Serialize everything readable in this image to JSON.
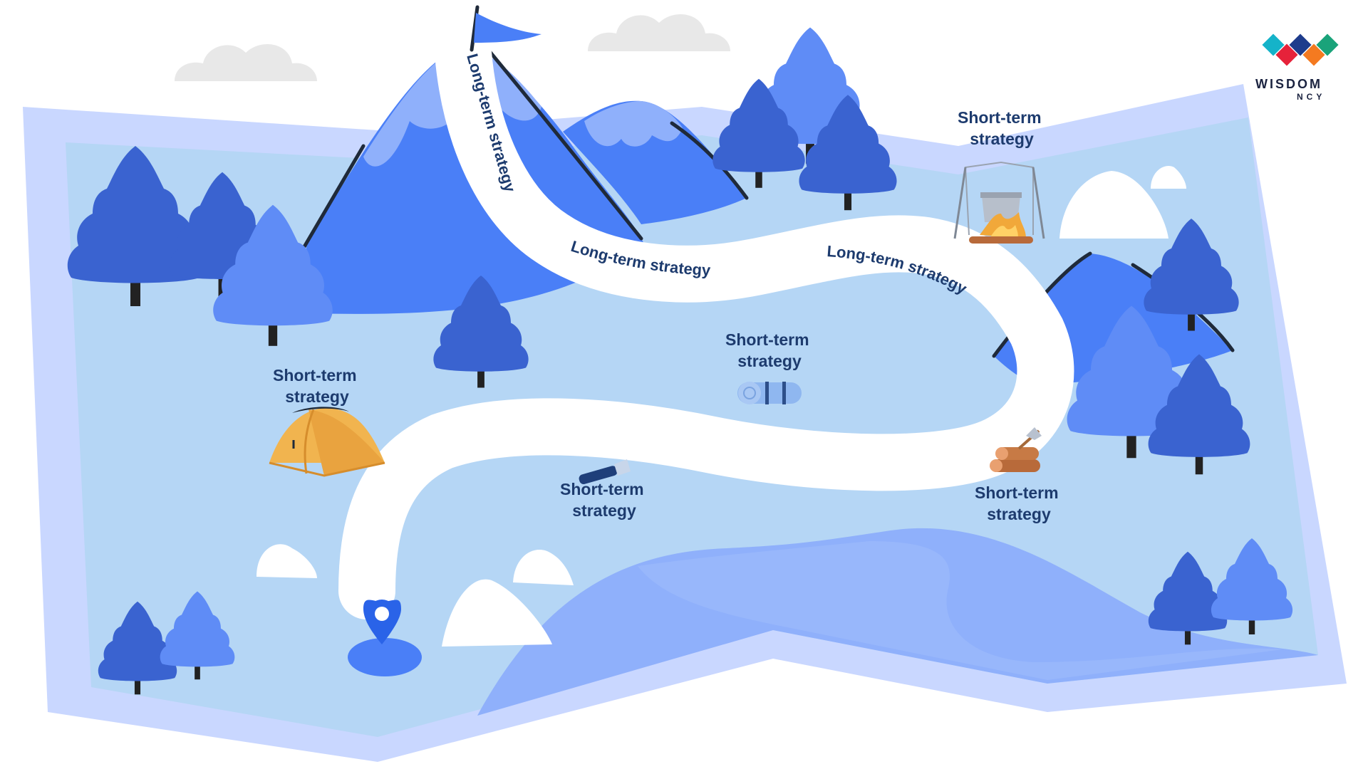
{
  "logo": {
    "word1": "WISDOM",
    "word2": "NCY",
    "colors": [
      "#15b3c9",
      "#e6223a",
      "#1e3c8c",
      "#f47a20",
      "#1aa37a"
    ]
  },
  "labels": {
    "long_term_1": "Long-term strategy",
    "long_term_2": "Long-term strategy",
    "long_term_3": "Long-term strategy",
    "short_term_tent": {
      "line1": "Short-term",
      "line2": "strategy"
    },
    "short_term_mat": {
      "line1": "Short-term",
      "line2": "strategy"
    },
    "short_term_flashlight": {
      "line1": "Short-term",
      "line2": "strategy"
    },
    "short_term_firewood": {
      "line1": "Short-term",
      "line2": "strategy"
    },
    "short_term_campfire": {
      "line1": "Short-term",
      "line2": "strategy"
    }
  },
  "icons": [
    "flag-icon",
    "tent-icon",
    "sleeping-mat-icon",
    "flashlight-icon",
    "firewood-icon",
    "campfire-pot-icon",
    "location-pin-icon"
  ],
  "colors": {
    "map_outer": "#c9d7ff",
    "map_inner": "#b5d6f5",
    "mountain": "#4a7ff7",
    "snow": "#8fb0fb",
    "tree_dark": "#3a63d0",
    "tree_light": "#5f8cf6",
    "path": "#ffffff",
    "label": "#1d3b6e"
  }
}
